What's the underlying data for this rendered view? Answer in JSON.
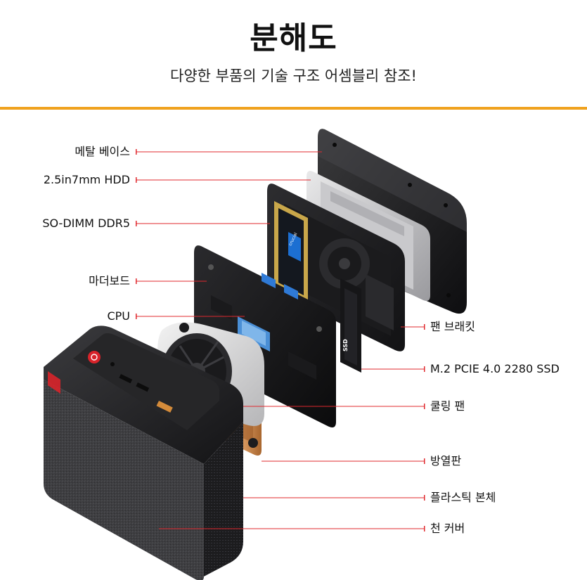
{
  "header": {
    "title": "분해도",
    "subtitle": "다양한 부품의 기술 구조 어셈블리 참조!"
  },
  "colors": {
    "accent_line": "#f0a21e",
    "callout_line": "#e0282e",
    "power_button": "#d8232a"
  },
  "callouts": {
    "metal_base": "메탈 베이스",
    "hdd": "2.5in7mm HDD",
    "ram": "SO-DIMM DDR5",
    "motherboard": "마더보드",
    "cpu": "CPU",
    "fan_bracket": "팬 브래킷",
    "ssd": "M.2 PCIE 4.0 2280 SSD",
    "cooling_fan": "쿨링 팬",
    "heatsink": "방열판",
    "plastic_body": "플라스틱 본체",
    "fabric_cover": "천 커버"
  },
  "product_marks": {
    "ssd_label": "SSD",
    "ram_brand": "crucial"
  }
}
